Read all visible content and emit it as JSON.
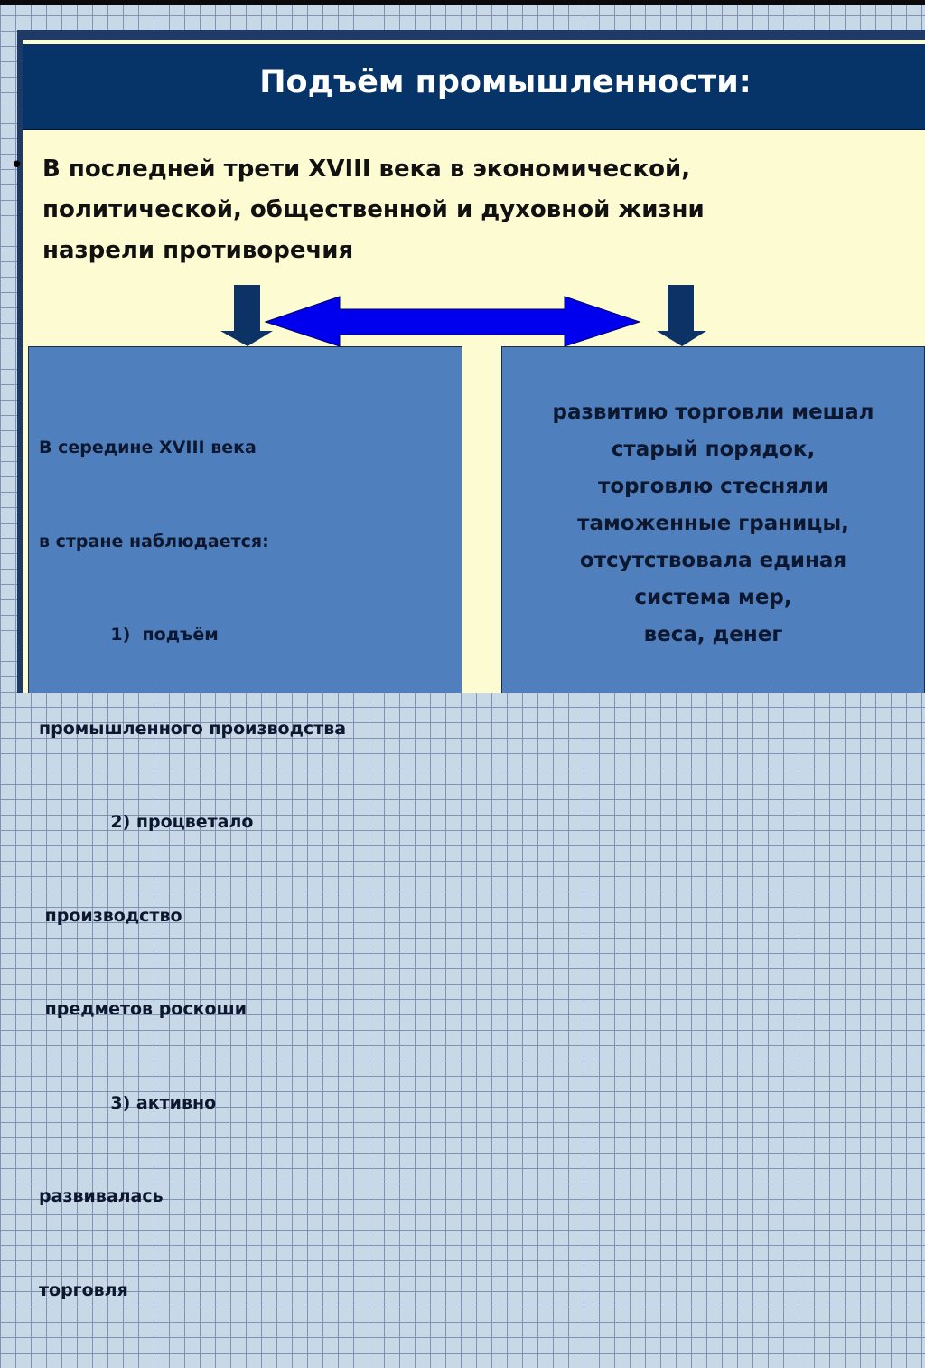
{
  "slide": {
    "title": "Подъём промышленности:",
    "bullet": "•",
    "intro_lines": [
      "В последней трети XVIII века в экономической,",
      "политической, общественной и духовной жизни",
      "назрели противоречия"
    ],
    "left_box_lines": [
      "В середине XVIII века",
      "в стране наблюдается:",
      "            1)  подъём",
      "промышленного производства",
      "            2) процветало",
      " производство",
      " предметов роскоши",
      "            3) активно",
      "развивалась",
      "торговля"
    ],
    "right_box_lines": [
      "развитию торговли мешал",
      "старый порядок,",
      "торговлю стесняли",
      "таможенные границы,",
      "отсутствовала единая",
      "система мер,",
      "веса, денег"
    ],
    "colors": {
      "title_bar": "#073468",
      "content": "#fdfbd2",
      "box": "#4f80bd",
      "double_arrow": "#0000ee",
      "down_arrow": "#0d3366"
    }
  }
}
